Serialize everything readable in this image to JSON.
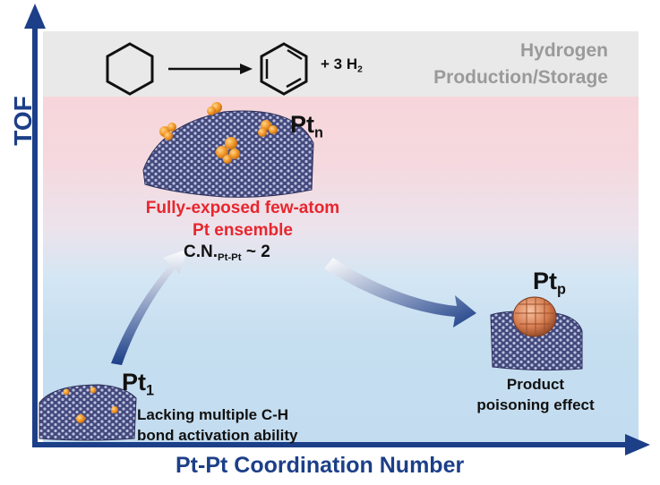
{
  "axes": {
    "y_label": "TOF",
    "x_label": "Pt-Pt Coordination Number"
  },
  "reaction": {
    "product_text": "+ 3 H",
    "product_subscript": "2"
  },
  "region": {
    "line1": "Hydrogen",
    "line2": "Production/Storage"
  },
  "species": {
    "ptn": {
      "base": "Pt",
      "sub": "n"
    },
    "pt1": {
      "base": "Pt",
      "sub": "1"
    },
    "ptp": {
      "base": "Pt",
      "sub": "p"
    }
  },
  "ensemble": {
    "line1": "Fully-exposed few-atom",
    "line2": "Pt ensemble",
    "cn_prefix": "C.N.",
    "cn_sub": "Pt-Pt",
    "cn_suffix": " ~ 2"
  },
  "single_atom": {
    "line1": "Lacking multiple C-H",
    "line2": "bond activation ability"
  },
  "particle": {
    "line1": "Product",
    "line2": "poisoning effect"
  },
  "colors": {
    "axis": "#1c3f88",
    "highlight_red": "#e8262e",
    "pt_orange": "#f39a2b",
    "graphene": "#3a3f6e"
  }
}
